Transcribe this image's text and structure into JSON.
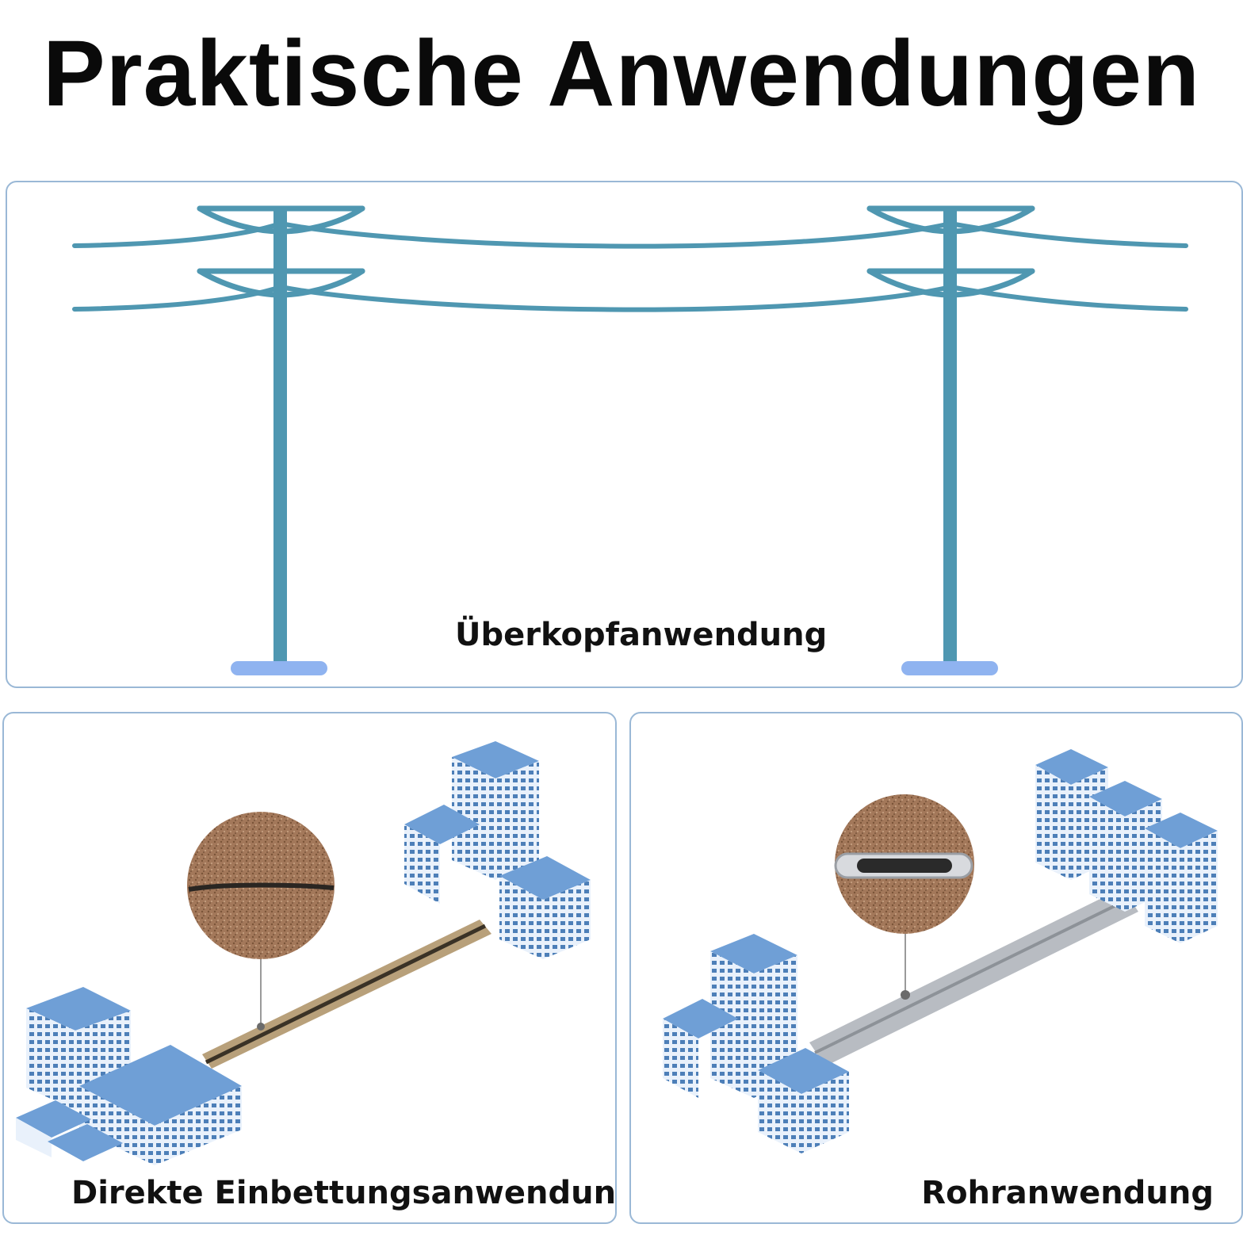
{
  "title": "Praktische Anwendungen",
  "panels": {
    "overhead": {
      "label": "Überkopfanwendung"
    },
    "direct_burial": {
      "label": "Direkte Einbettungsanwendung"
    },
    "duct": {
      "label": "Rohranwendung"
    }
  },
  "colors": {
    "pole": "#4f97b1",
    "pole_base": "#8fb3f0",
    "building_roof": "#6f9fd6",
    "building_wall": "#e9f1fb",
    "window": "#4d7fb8",
    "soil": "#a3785a",
    "cable_trench": "#b8a07a",
    "duct_pipe": "#b8bcc2",
    "panel_border": "#9ab8d6"
  }
}
